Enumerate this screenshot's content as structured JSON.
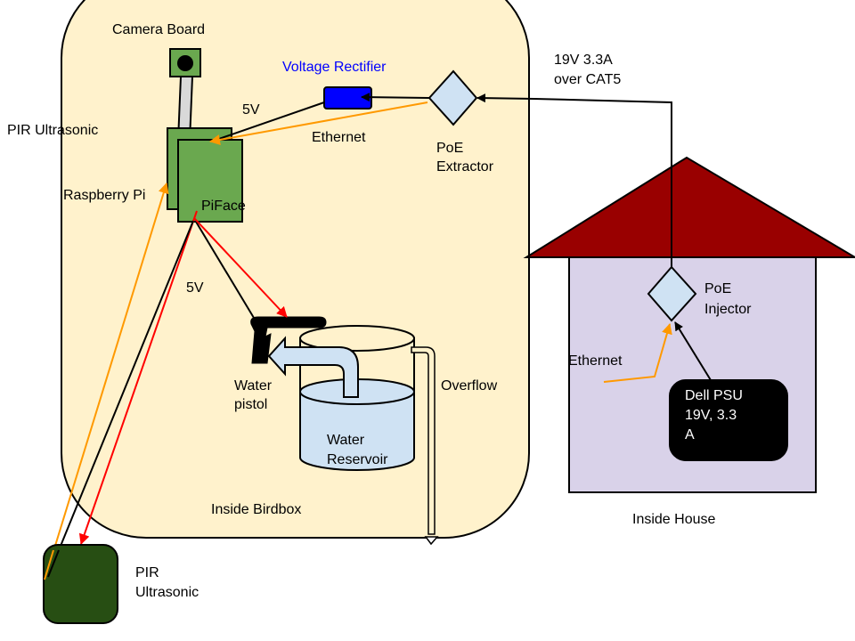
{
  "diagram": {
    "title": "Birdbox water pistol PoE setup",
    "colors": {
      "birdbox_fill": "#fff2cc",
      "board_green": "#6aa84f",
      "pir_green": "#274e13",
      "roof_red": "#990000",
      "house_fill": "#d9d2e9",
      "diamond_fill": "#cfe2f3",
      "rectifier_blue": "#0000ff",
      "ethernet_orange": "#ff9900",
      "signal_red": "#ff0000",
      "power_black": "#000000",
      "water_blue": "#cfe2f3"
    },
    "labels": {
      "camera_board": "Camera Board",
      "voltage_rectifier": "Voltage Rectifier",
      "power_cat5_line1": "19V 3.3A",
      "power_cat5_line2": "over CAT5",
      "five_v_top": "5V",
      "pir_ultrasonic_top": "PIR Ultrasonic",
      "ethernet_top": "Ethernet",
      "poe_extractor_line1": "PoE",
      "poe_extractor_line2": "Extractor",
      "raspberry_pi": "Raspberry Pi",
      "piface": "PiFace",
      "five_v_mid": "5V",
      "poe_injector_line1": "PoE",
      "poe_injector_line2": "Injector",
      "ethernet_house": "Ethernet",
      "water_pistol_line1": "Water",
      "water_pistol_line2": "pistol",
      "overflow": "Overflow",
      "dell_psu_line1": "Dell PSU",
      "dell_psu_line2": "19V, 3.3",
      "dell_psu_line3": "A",
      "water_reservoir_line1": "Water",
      "water_reservoir_line2": "Reservoir",
      "inside_birdbox": "Inside Birdbox",
      "inside_house": "Inside House",
      "pir_bottom_line1": "PIR",
      "pir_bottom_line2": "Ultrasonic"
    }
  }
}
